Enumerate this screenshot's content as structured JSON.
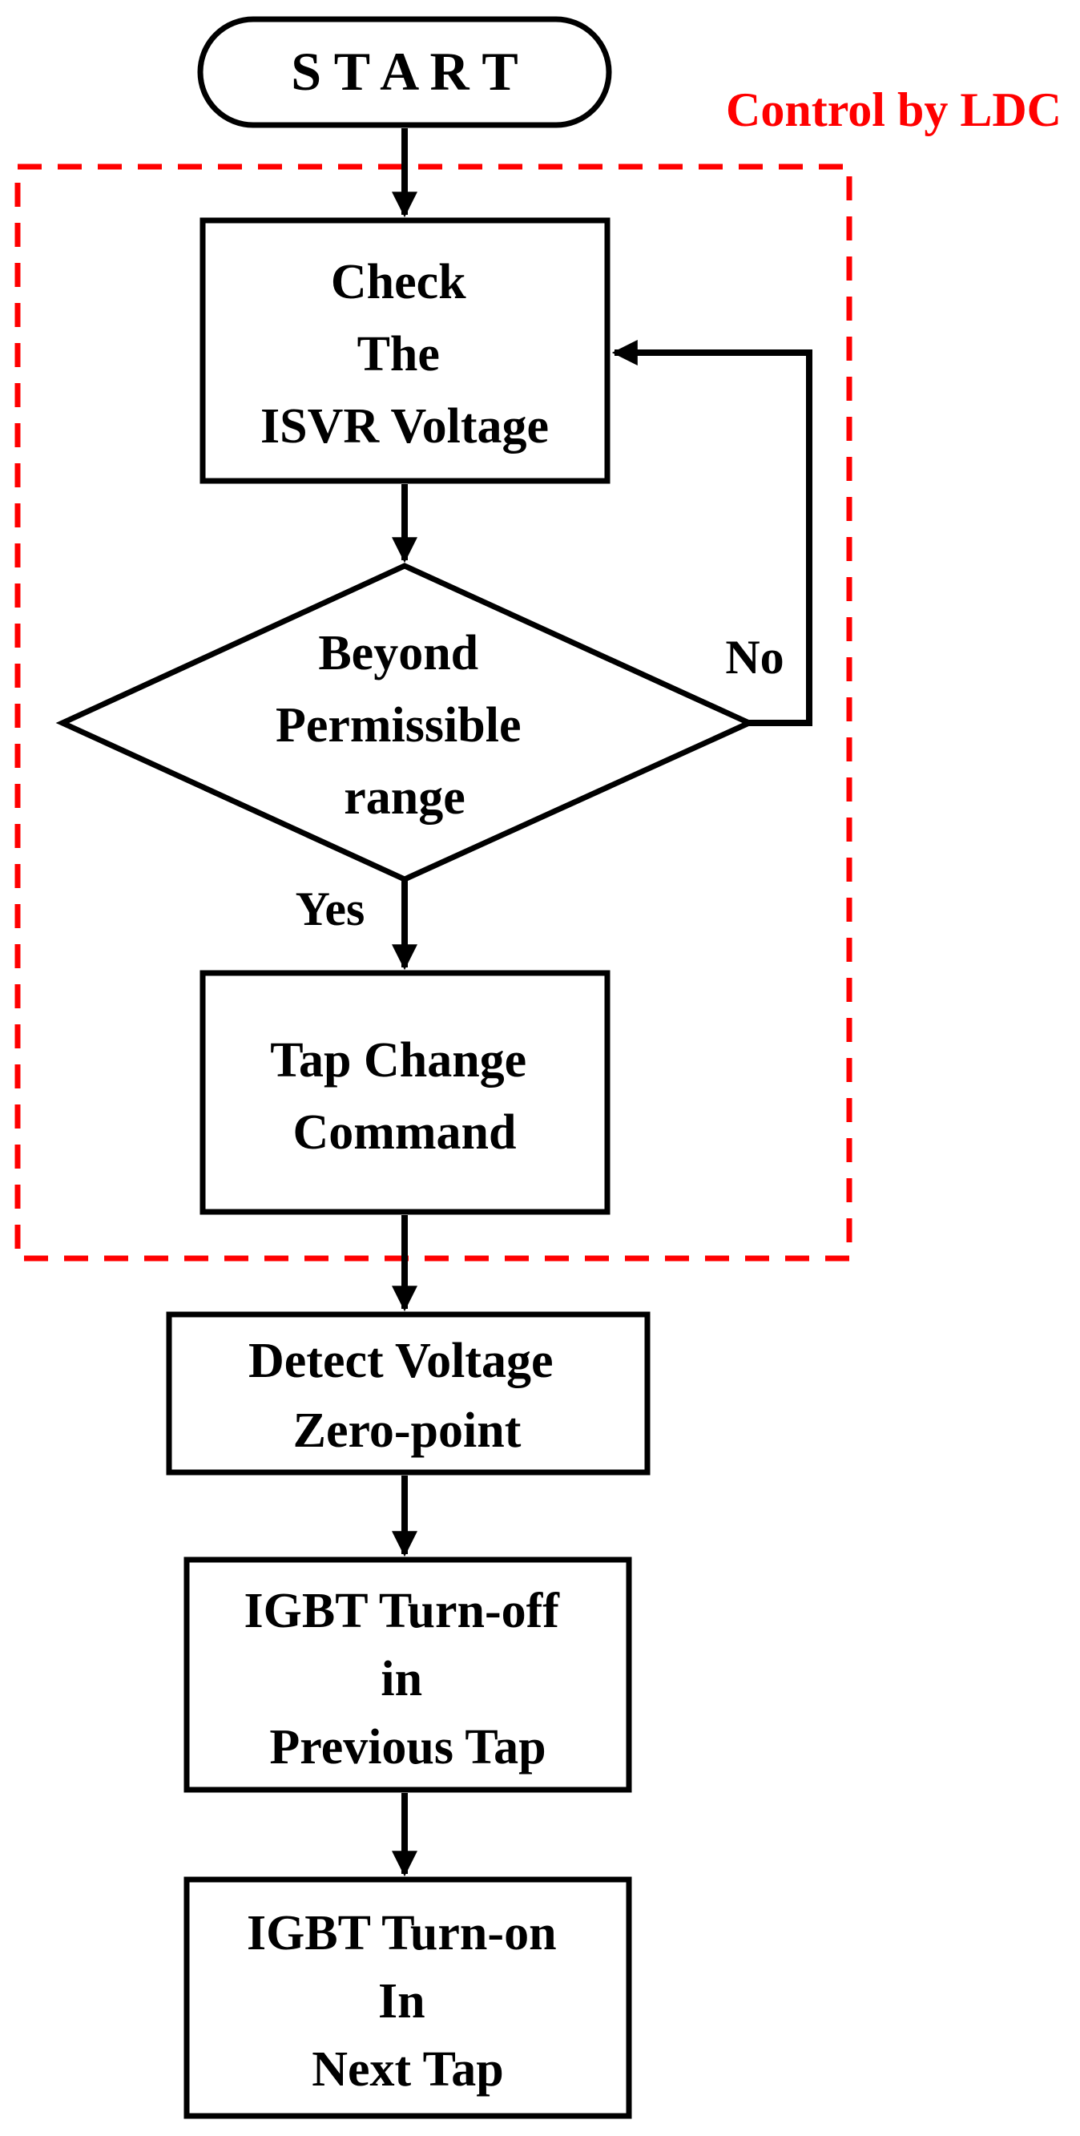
{
  "region": {
    "label": "Control by LDC",
    "color": "#ff0000"
  },
  "nodes": {
    "start": "S T A R T",
    "check": [
      "Check",
      "The",
      "ISVR Voltage"
    ],
    "decision": [
      "Beyond",
      "Permissible",
      "range"
    ],
    "tap_change": [
      "Tap Change",
      "Command"
    ],
    "detect": [
      "Detect Voltage",
      "Zero-point"
    ],
    "igbt_off": [
      "IGBT Turn-off",
      "in",
      "Previous Tap"
    ],
    "igbt_on": [
      "IGBT Turn-on",
      "In",
      "Next Tap"
    ]
  },
  "edges": {
    "no_label": "No",
    "yes_label": "Yes"
  }
}
